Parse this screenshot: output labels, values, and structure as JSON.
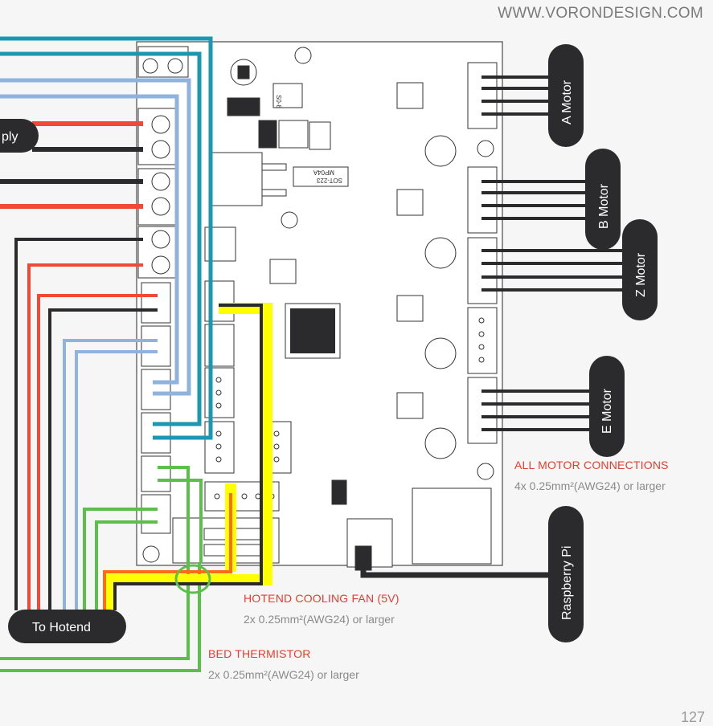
{
  "website": "WWW.VORONDESIGN.COM",
  "pills": {
    "supply": "ply",
    "a_motor": "A Motor",
    "b_motor": "B Motor",
    "z_motor": "Z Motor",
    "e_motor": "E Motor",
    "raspberry_pi": "Raspberry Pi",
    "to_hotend": "To Hotend"
  },
  "labels": {
    "motor_title": "ALL MOTOR CONNECTIONS",
    "motor_spec": "4x 0.25mm²(AWG24) or larger",
    "fan_title": "HOTEND COOLING FAN (5V)",
    "fan_spec": "2x 0.25mm²(AWG24) or larger",
    "therm_title": "BED THERMISTOR",
    "therm_spec": "2x 0.25mm²(AWG24) or larger"
  },
  "board_marks": {
    "s08": "S0-8",
    "sot": "SOT-223",
    "mp04a": "MP04A"
  },
  "page_number": "127",
  "colors": {
    "red": "#f0493a",
    "black": "#2b2b2e",
    "blue": "#1a98b2",
    "lightblue": "#8fb3dc",
    "green": "#5cbf4c",
    "yellow": "#ffff00",
    "orange": "#ff6a1a",
    "pill": "#2b2b2e"
  }
}
